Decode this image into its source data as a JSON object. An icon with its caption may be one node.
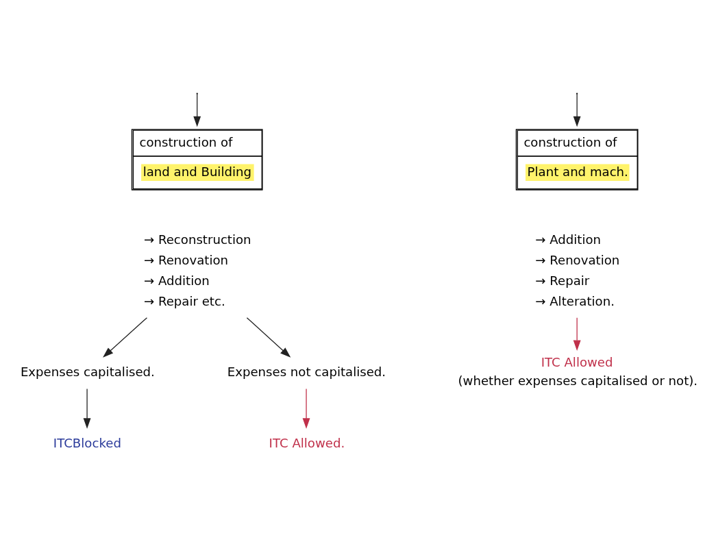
{
  "diagram": {
    "nodes": [
      {
        "text": [
          "construction of",
          "land and Building"
        ]
      },
      {
        "text": [
          "→ Reconstruction",
          "→ Renovation",
          "→ Addition",
          "→ Repair etc."
        ]
      },
      {
        "text": [
          "construction of",
          "Plant and mach."
        ]
      },
      {
        "text": [
          "→ Addition",
          "→ Renovation",
          "→ Repair",
          "→ Alteration."
        ]
      },
      {
        "text": [
          "Expenses capitalised."
        ]
      },
      {
        "text": [
          "Expenses not capitalised."
        ]
      },
      {
        "text": [
          "ITC Allowed",
          "(whether expenses capitalised or not)."
        ]
      },
      {
        "text": [
          "ITCBlocked"
        ]
      },
      {
        "text": [
          "ITC Allowed."
        ]
      }
    ],
    "edges": [
      {
        "from": null,
        "to": 0,
        "arrow": "to"
      },
      {
        "from": null,
        "to": 2,
        "arrow": "to"
      },
      {
        "from": 1,
        "to": 4,
        "arrow": "to"
      },
      {
        "from": 1,
        "to": 5,
        "arrow": "to"
      },
      {
        "from": 3,
        "to": 6,
        "arrow": "to",
        "color": "#c0304a"
      },
      {
        "from": 4,
        "to": 7,
        "arrow": "to"
      },
      {
        "from": 5,
        "to": 8,
        "arrow": "to",
        "color": "#c0304a"
      }
    ]
  }
}
